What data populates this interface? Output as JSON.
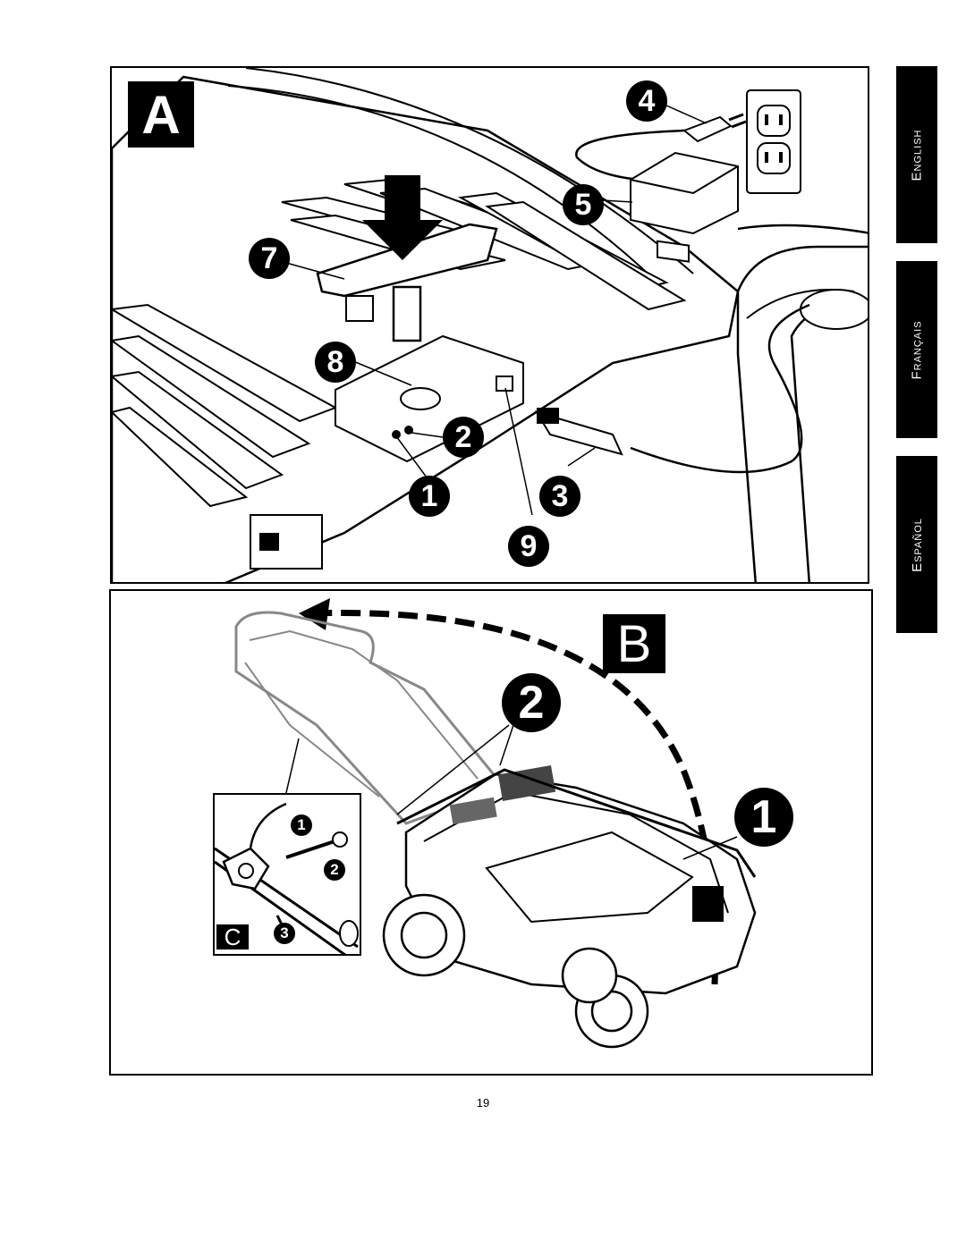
{
  "figure_a": {
    "label": "A",
    "callouts": [
      "7",
      "8",
      "2",
      "1",
      "3",
      "9",
      "4",
      "5"
    ]
  },
  "figure_b": {
    "label": "B",
    "callouts": [
      "2",
      "1"
    ]
  },
  "figure_c": {
    "label": "C",
    "callouts": [
      "1",
      "2",
      "3"
    ]
  },
  "side_tabs": [
    "English",
    "Français",
    "Español"
  ],
  "page_number": "19"
}
